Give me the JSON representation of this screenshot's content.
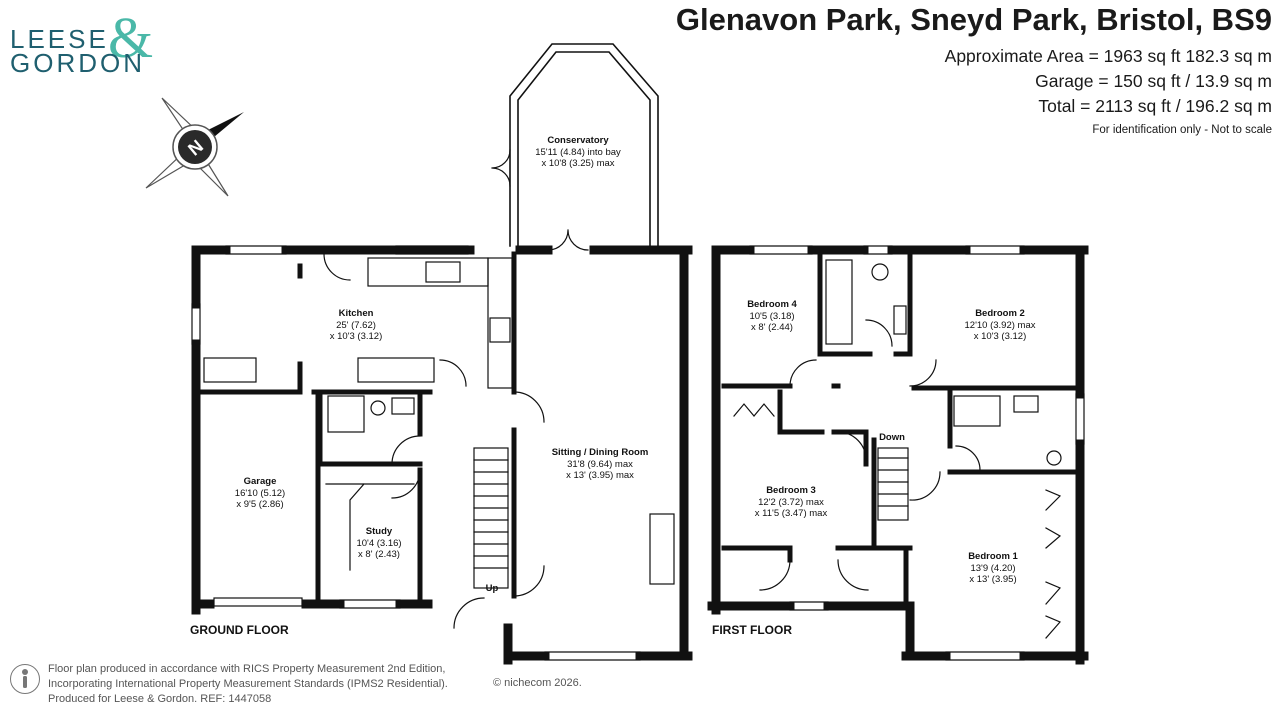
{
  "brand": {
    "line1": "LEESE",
    "amp": "&",
    "line2": "GORDON"
  },
  "header": {
    "title": "Glenavon Park, Sneyd Park, Bristol, BS9",
    "approx_area": "Approximate Area = 1963 sq ft 182.3 sq m",
    "garage_area": "Garage = 150 sq ft / 13.9 sq m",
    "total_area": "Total = 2113 sq ft / 196.2 sq m",
    "note": "For identification only - Not to scale"
  },
  "compass": {
    "letter": "N"
  },
  "ground_floor": {
    "label": "GROUND FLOOR",
    "conservatory": {
      "name": "Conservatory",
      "dim1": "15'11 (4.84) into bay",
      "dim2": "x 10'8 (3.25) max"
    },
    "kitchen": {
      "name": "Kitchen",
      "dim1": "25' (7.62)",
      "dim2": "x 10'3 (3.12)"
    },
    "sitting": {
      "name": "Sitting / Dining Room",
      "dim1": "31'8 (9.64) max",
      "dim2": "x 13' (3.95) max"
    },
    "garage": {
      "name": "Garage",
      "dim1": "16'10 (5.12)",
      "dim2": "x 9'5 (2.86)"
    },
    "study": {
      "name": "Study",
      "dim1": "10'4 (3.16)",
      "dim2": "x 8' (2.43)"
    },
    "stairs": "Up"
  },
  "first_floor": {
    "label": "FIRST FLOOR",
    "bedroom4": {
      "name": "Bedroom 4",
      "dim1": "10'5 (3.18)",
      "dim2": "x 8' (2.44)"
    },
    "bedroom2": {
      "name": "Bedroom 2",
      "dim1": "12'10 (3.92) max",
      "dim2": "x 10'3 (3.12)"
    },
    "bedroom3": {
      "name": "Bedroom 3",
      "dim1": "12'2 (3.72) max",
      "dim2": "x 11'5 (3.47) max"
    },
    "bedroom1": {
      "name": "Bedroom 1",
      "dim1": "13'9 (4.20)",
      "dim2": "x 13' (3.95)"
    },
    "stairs": "Down"
  },
  "footer": {
    "line1": "Floor plan produced in accordance with RICS Property Measurement 2nd Edition,",
    "line2": "Incorporating International Property Measurement Standards (IPMS2 Residential).",
    "line3": "Produced for Leese & Gordon.   REF: 1447058",
    "credit": "© nichecom 2026."
  },
  "colors": {
    "wall": "#111111",
    "brand_dark": "#1f5f6f",
    "brand_accent": "#4ab8a8"
  }
}
